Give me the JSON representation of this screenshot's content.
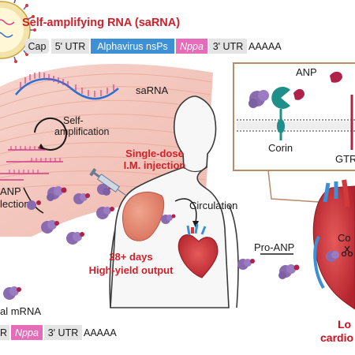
{
  "colors": {
    "accent_red": "#d0202a",
    "alphavirus_blue": "#3d8fd6",
    "nppa_pink": "#e66bb8",
    "utr_gray": "#e4e4e4",
    "protein_purple": "#8a6bb0",
    "anp_red": "#b0214a",
    "corin_teal": "#1f8f8a"
  },
  "title": "Self-amplifying RNA (saRNA)",
  "sarna_construct": [
    "Cap",
    "5' UTR",
    "Alphavirus nsPs",
    "Nppa",
    "3' UTR",
    "AAAAA"
  ],
  "mrna_construct": [
    "R",
    "Nppa",
    "3' UTR",
    "AAAAA"
  ],
  "labels": {
    "sarna": "saRNA",
    "self_amp_1": "Self-",
    "self_amp_2": "amplification",
    "anp_1": "ANP",
    "anp_2": "lection",
    "injection_1": "Single-dose",
    "injection_2": "I.M. injection",
    "circulation": "Circulation",
    "output_1": "28+ days",
    "output_2": "High-yield output",
    "pro_anp": "Pro-ANP",
    "mrna": "al mRNA",
    "inset_anp": "ANP",
    "corin": "Corin",
    "gtr": "GTR",
    "co": "Co",
    "bottom_1": "Lo",
    "bottom_2": "cardio"
  },
  "icons": [
    "lipid-nanoparticle-icon",
    "rna-strand-icon",
    "syringe-icon",
    "heart-icon",
    "shoulder-muscle-icon",
    "scissors-icon",
    "membrane-icon",
    "protein-icon"
  ]
}
